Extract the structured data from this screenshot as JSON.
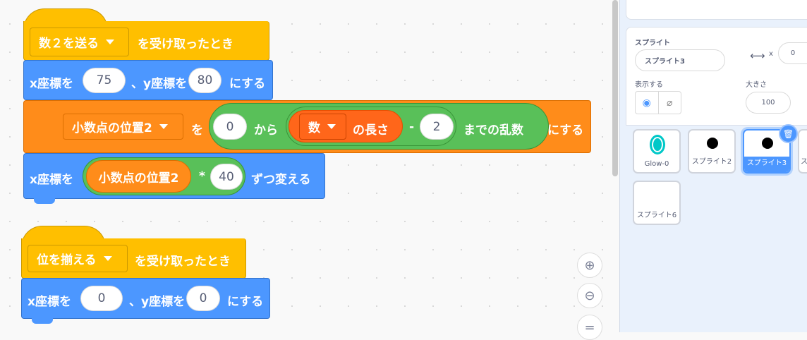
{
  "script1": {
    "hat": {
      "message": "数２を送る",
      "label": "を受け取ったとき"
    },
    "goto": {
      "x_label": "x座標を",
      "x": "75",
      "y_label": "、y座標を",
      "y": "80",
      "suffix": "にする"
    },
    "setvar": {
      "variable": "小数点の位置2",
      "to": "を",
      "from_value": "0",
      "from_label": "から",
      "list": "数",
      "length_label": "の長さ",
      "minus": "-",
      "minus_value": "2",
      "random_label": "までの乱数",
      "suffix": "にする"
    },
    "changex": {
      "label": "x座標を",
      "variable": "小数点の位置2",
      "op": "*",
      "value": "40",
      "suffix": "ずつ変える"
    }
  },
  "script2": {
    "hat": {
      "message": "位を揃える",
      "label": "を受け取ったとき"
    },
    "goto": {
      "x_label": "x座標を",
      "x": "0",
      "y_label": "、y座標を",
      "y": "0",
      "suffix": "にする"
    }
  },
  "zoom_controls": {
    "zoom_in": "zoom-in-icon",
    "zoom_out": "zoom-out-icon",
    "reset": "="
  },
  "sprite_info": {
    "sprite_label": "スプライト",
    "sprite_name": "スプライト3",
    "x_label": "x",
    "x_value": "0",
    "show_label": "表示する",
    "size_label": "大きさ",
    "size_value": "100",
    "visible": true
  },
  "sprites": [
    {
      "name": "Glow-0",
      "selected": false
    },
    {
      "name": "スプライト2",
      "selected": false
    },
    {
      "name": "スプライト3",
      "selected": true
    },
    {
      "name": "ス",
      "selected": false
    },
    {
      "name": "スプライト6",
      "selected": false
    }
  ],
  "colors": {
    "motion": "#4c97ff",
    "variables": "#ff8c1a",
    "events": "#ffbf00",
    "operators": "#59c059",
    "lists": "#ff661a",
    "accent": "#4c97ff"
  }
}
